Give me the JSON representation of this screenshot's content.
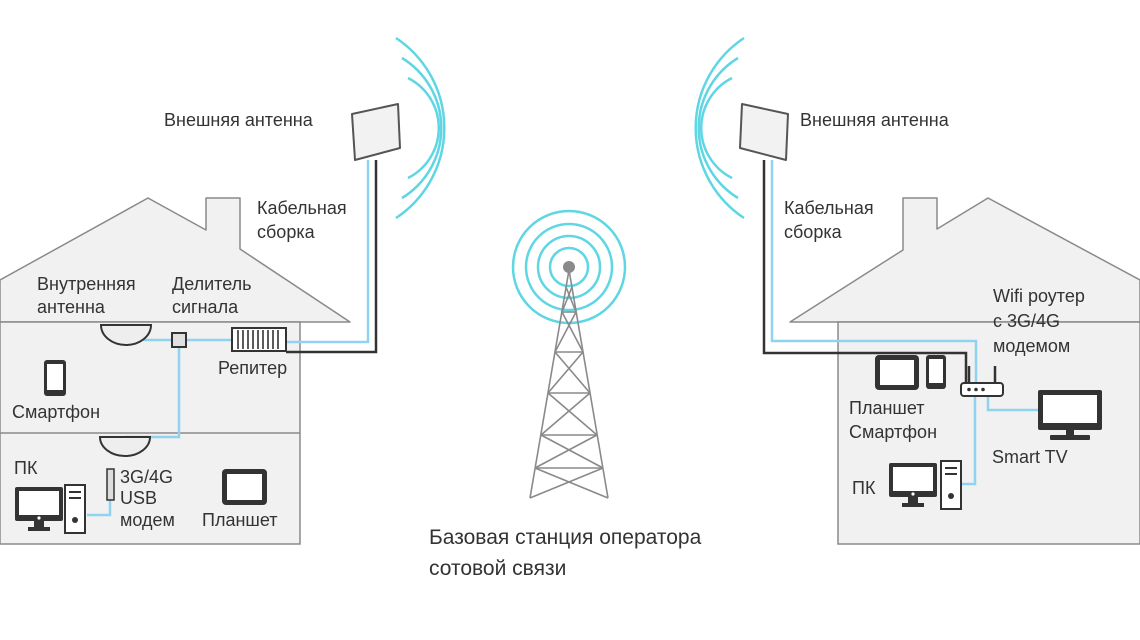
{
  "left_house": {
    "external_antenna": "Внешняя антенна",
    "cable_line1": "Кабельная",
    "cable_line2": "сборка",
    "internal_antenna_line1": "Внутренняя",
    "internal_antenna_line2": "антенна",
    "splitter_line1": "Делитель",
    "splitter_line2": "сигнала",
    "repeater": "Репитер",
    "smartphone": "Смартфон",
    "pc": "ПК",
    "modem_line1": "3G/4G",
    "modem_line2": "USB",
    "modem_line3": "модем",
    "tablet": "Планшет"
  },
  "tower": {
    "caption_line1": "Базовая станция оператора",
    "caption_line2": "сотовой связи"
  },
  "right_house": {
    "external_antenna": "Внешняя антенна",
    "cable_line1": "Кабельная",
    "cable_line2": "сборка",
    "router_line1": "Wifi роутер",
    "router_line2": "с 3G/4G",
    "router_line3": "модемом",
    "tablet": "Планшет",
    "smartphone": "Смартфон",
    "smart_tv": "Smart TV",
    "pc": "ПК"
  },
  "colors": {
    "house_fill": "#f1f1f1",
    "outline": "#8a8a8a",
    "signal": "#5ed6e3",
    "cable_blue": "#8fd3f0",
    "dark": "#333333",
    "text": "#333333"
  }
}
